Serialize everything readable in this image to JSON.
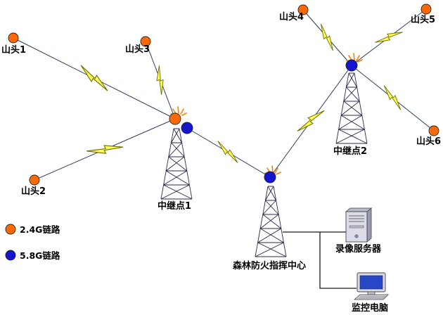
{
  "diagram": {
    "nodes": {
      "hill1": "山头1",
      "hill2": "山头2",
      "hill3": "山头3",
      "hill4": "山头4",
      "hill5": "山头5",
      "hill6": "山头6",
      "relay1": "中继点1",
      "relay2": "中继点2",
      "command_center": "森林防火指挥中心",
      "video_server": "录像服务器",
      "monitor_pc": "监控电脑"
    },
    "legend": [
      {
        "label": "2.4G链路",
        "color": "#ff6a00"
      },
      {
        "label": "5.8G链路",
        "color": "#1515cf"
      }
    ],
    "colors": {
      "node_24g": "#ff6a00",
      "node_58g": "#1515cf",
      "bolt_fill": "#ffff55",
      "bolt_stroke": "#6f6f00",
      "line": "#2e3b63",
      "cable": "#1a1a1a",
      "spark": "#ff8000"
    },
    "edges": [
      {
        "from": "山头1",
        "to": "中继点1",
        "link": "2.4G"
      },
      {
        "from": "山头2",
        "to": "中继点1",
        "link": "2.4G"
      },
      {
        "from": "山头3",
        "to": "中继点1",
        "link": "2.4G"
      },
      {
        "from": "山头4",
        "to": "中继点2",
        "link": "2.4G"
      },
      {
        "from": "山头5",
        "to": "中继点2",
        "link": "2.4G"
      },
      {
        "from": "山头6",
        "to": "中继点2",
        "link": "2.4G"
      },
      {
        "from": "中继点1",
        "to": "森林防火指挥中心",
        "link": "5.8G"
      },
      {
        "from": "中继点2",
        "to": "森林防火指挥中心",
        "link": "5.8G"
      },
      {
        "from": "森林防火指挥中心",
        "to": "录像服务器",
        "link": "cable"
      },
      {
        "from": "录像服务器",
        "to": "监控电脑",
        "link": "cable"
      }
    ]
  }
}
